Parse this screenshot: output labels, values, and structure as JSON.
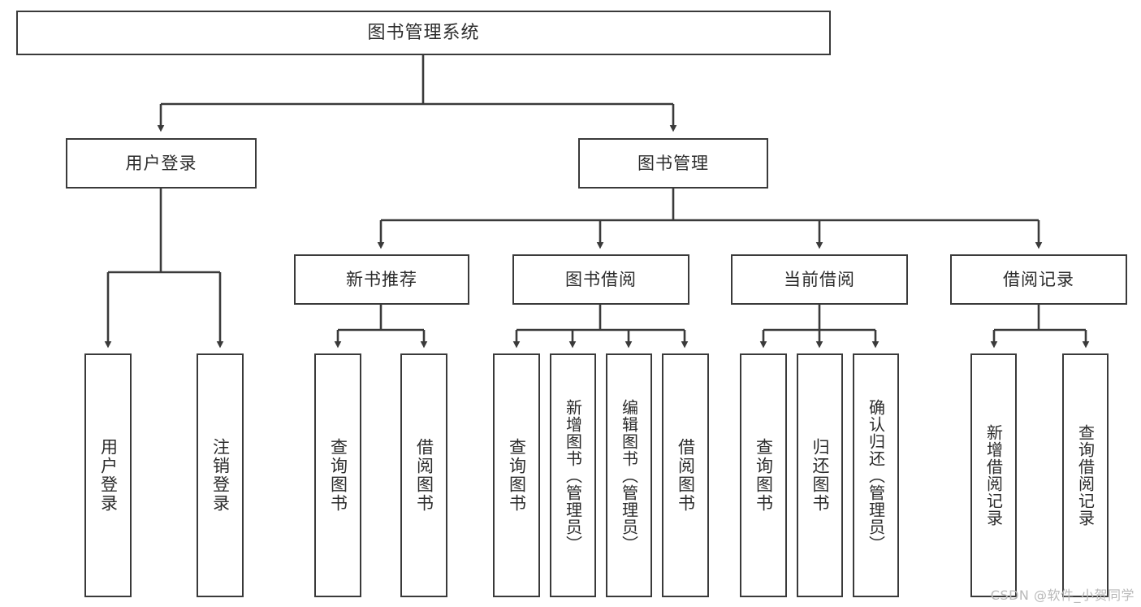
{
  "diagram": {
    "type": "tree-hierarchy-chart",
    "title": "图书管理系统",
    "watermark": "CSDN @软件_小贺同学",
    "style": {
      "box_border_color": "#3a3a3a",
      "box_fill_color": "#ffffff",
      "connector_color": "#3a3a3a",
      "text_color": "#2b2b2b",
      "background": "#ffffff"
    },
    "root": {
      "id": "root",
      "label": "图书管理系统"
    },
    "level2": [
      {
        "id": "user-login",
        "label": "用户登录"
      },
      {
        "id": "book-management",
        "label": "图书管理"
      }
    ],
    "level3": [
      {
        "id": "new-book-recommend",
        "label": "新书推荐",
        "parent": "book-management"
      },
      {
        "id": "book-borrow",
        "label": "图书借阅",
        "parent": "book-management"
      },
      {
        "id": "current-borrow",
        "label": "当前借阅",
        "parent": "book-management"
      },
      {
        "id": "borrow-record",
        "label": "借阅记录",
        "parent": "book-management"
      }
    ],
    "leaves": [
      {
        "id": "leaf-user-login",
        "label": "用户登录",
        "parent": "user-login"
      },
      {
        "id": "leaf-user-logout",
        "label": "注销登录",
        "parent": "user-login"
      },
      {
        "id": "leaf-query-book-1",
        "label": "查询图书",
        "parent": "new-book-recommend"
      },
      {
        "id": "leaf-borrow-book-1",
        "label": "借阅图书",
        "parent": "new-book-recommend"
      },
      {
        "id": "leaf-query-book-2",
        "label": "查询图书",
        "parent": "book-borrow"
      },
      {
        "id": "leaf-add-book",
        "label": "新增图书（管理员）",
        "parent": "book-borrow"
      },
      {
        "id": "leaf-edit-book",
        "label": "编辑图书（管理员）",
        "parent": "book-borrow"
      },
      {
        "id": "leaf-borrow-book-2",
        "label": "借阅图书",
        "parent": "book-borrow"
      },
      {
        "id": "leaf-query-book-3",
        "label": "查询图书",
        "parent": "current-borrow"
      },
      {
        "id": "leaf-return-book",
        "label": "归还图书",
        "parent": "current-borrow"
      },
      {
        "id": "leaf-confirm-return",
        "label": "确认归还（管理员）",
        "parent": "current-borrow"
      },
      {
        "id": "leaf-add-record",
        "label": "新增借阅记录",
        "parent": "borrow-record"
      },
      {
        "id": "leaf-query-record",
        "label": "查询借阅记录",
        "parent": "borrow-record"
      }
    ]
  }
}
